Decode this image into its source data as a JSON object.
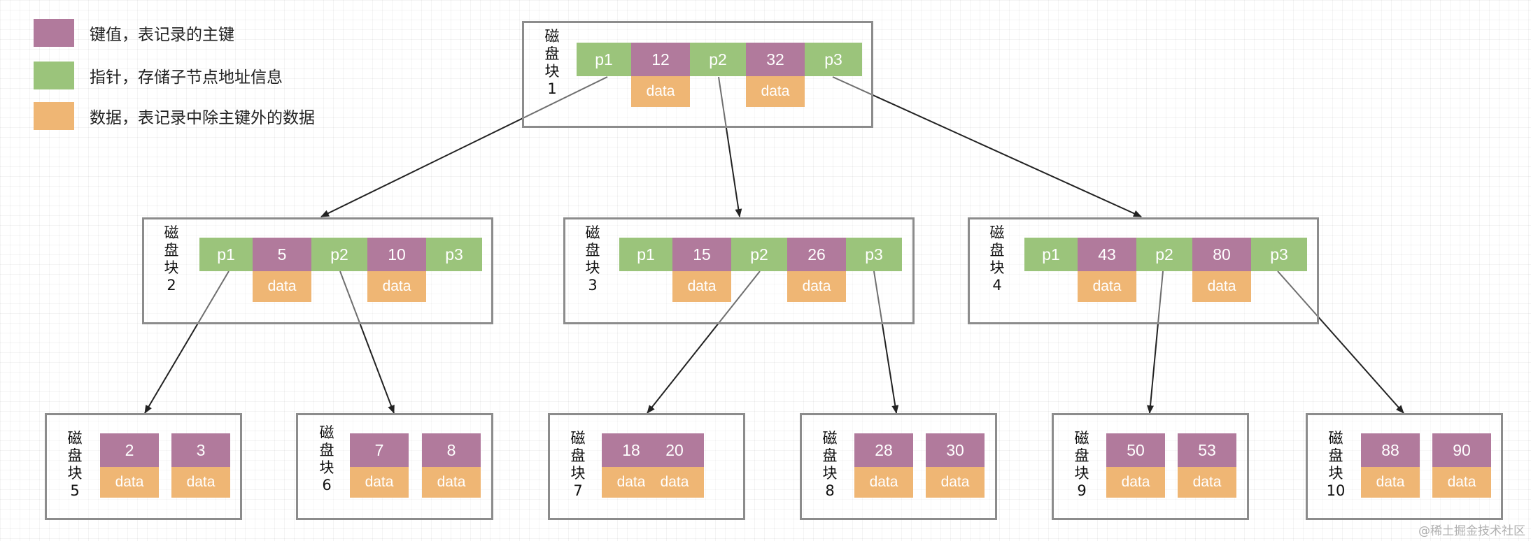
{
  "colors": {
    "key": "#b17a9c",
    "pointer": "#9bc47b",
    "data": "#efb674",
    "border": "#8c8c8c",
    "edge": "#222222"
  },
  "legend": [
    {
      "color": "key",
      "text": "键值，表记录的主键"
    },
    {
      "color": "pointer",
      "text": "指针，存储子节点地址信息"
    },
    {
      "color": "data",
      "text": "数据，表记录中除主键外的数据"
    }
  ],
  "blocks": {
    "b1": {
      "label_chars": [
        "磁",
        "盘",
        "块"
      ],
      "number": "1",
      "pointers": [
        "p1",
        "p2",
        "p3"
      ],
      "keys": [
        "12",
        "32"
      ],
      "data": [
        "data",
        "data"
      ]
    },
    "b2": {
      "label_chars": [
        "磁",
        "盘",
        "块"
      ],
      "number": "2",
      "pointers": [
        "p1",
        "p2",
        "p3"
      ],
      "keys": [
        "5",
        "10"
      ],
      "data": [
        "data",
        "data"
      ]
    },
    "b3": {
      "label_chars": [
        "磁",
        "盘",
        "块"
      ],
      "number": "3",
      "pointers": [
        "p1",
        "p2",
        "p3"
      ],
      "keys": [
        "15",
        "26"
      ],
      "data": [
        "data",
        "data"
      ]
    },
    "b4": {
      "label_chars": [
        "磁",
        "盘",
        "块"
      ],
      "number": "4",
      "pointers": [
        "p1",
        "p2",
        "p3"
      ],
      "keys": [
        "43",
        "80"
      ],
      "data": [
        "data",
        "data"
      ]
    },
    "b5": {
      "label_chars": [
        "磁",
        "盘",
        "块"
      ],
      "number": "5",
      "keys": [
        "2",
        "3"
      ],
      "data": [
        "data",
        "data"
      ]
    },
    "b6": {
      "label_chars": [
        "磁",
        "盘",
        "块"
      ],
      "number": "6",
      "keys": [
        "7",
        "8"
      ],
      "data": [
        "data",
        "data"
      ]
    },
    "b7": {
      "label_chars": [
        "磁",
        "盘",
        "块"
      ],
      "number": "7",
      "keys": [
        "18",
        "20"
      ],
      "data": [
        "data",
        "data"
      ]
    },
    "b8": {
      "label_chars": [
        "磁",
        "盘",
        "块"
      ],
      "number": "8",
      "keys": [
        "28",
        "30"
      ],
      "data": [
        "data",
        "data"
      ]
    },
    "b9": {
      "label_chars": [
        "磁",
        "盘",
        "块"
      ],
      "number": "9",
      "keys": [
        "50",
        "53"
      ],
      "data": [
        "data",
        "data"
      ]
    },
    "b10": {
      "label_chars": [
        "磁",
        "盘",
        "块"
      ],
      "number": "10",
      "keys": [
        "88",
        "90"
      ],
      "data": [
        "data",
        "data"
      ]
    }
  },
  "edges": [
    {
      "from": "b1.p1",
      "to": "b2"
    },
    {
      "from": "b1.p2",
      "to": "b3"
    },
    {
      "from": "b1.p3",
      "to": "b4"
    },
    {
      "from": "b2.p1",
      "to": "b5"
    },
    {
      "from": "b2.p2",
      "to": "b6"
    },
    {
      "from": "b3.p2",
      "to": "b7"
    },
    {
      "from": "b3.p3",
      "to": "b8"
    },
    {
      "from": "b4.p2",
      "to": "b9"
    },
    {
      "from": "b4.p3",
      "to": "b10"
    }
  ],
  "watermark": "@稀土掘金技术社区"
}
